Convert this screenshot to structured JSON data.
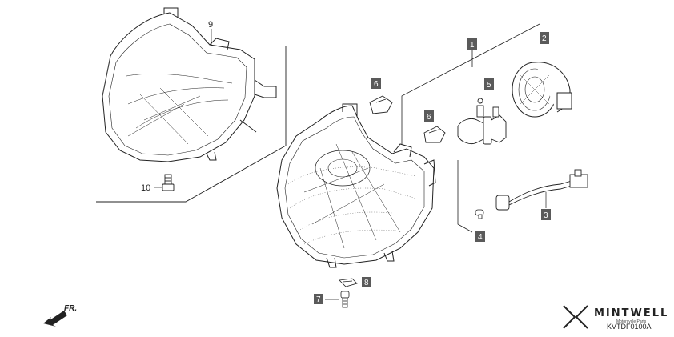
{
  "callouts": {
    "c1": "1",
    "c2": "2",
    "c3": "3",
    "c4": "4",
    "c5": "5",
    "c6a": "6",
    "c6b": "6",
    "c7": "7",
    "c8": "8",
    "c9": "9",
    "c10": "10"
  },
  "direction_label": "FR.",
  "brand": {
    "name": "MINTWELL",
    "tagline": "Motorcycle Parts",
    "diagram_code": "KVTDF0100A"
  },
  "colors": {
    "callout_box": "#5a5a5a",
    "line": "#222222"
  }
}
